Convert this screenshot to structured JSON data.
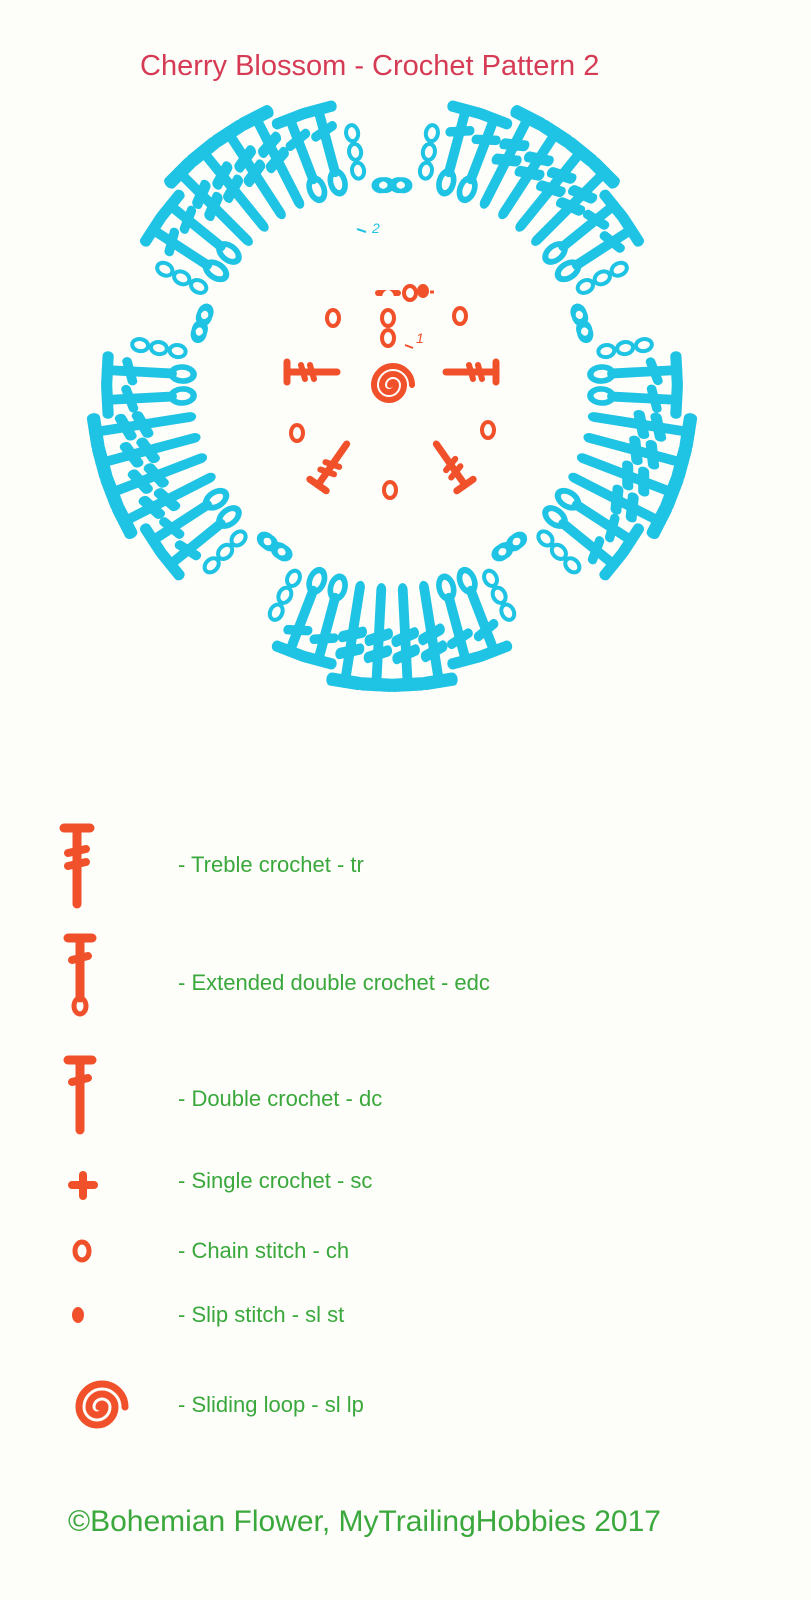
{
  "title": "Cherry Blossom - Crochet Pattern  2",
  "round_labels": {
    "round1": "1",
    "round2": "2"
  },
  "colors": {
    "round1": "#f0502a",
    "round2": "#1fc3e3",
    "title": "#d63b55",
    "legend_text": "#3aa83c",
    "symbol": "#f0502a"
  },
  "legend": [
    {
      "symbol": "treble-crochet-symbol",
      "label": "- Treble crochet - tr"
    },
    {
      "symbol": "extended-double-crochet-symbol",
      "label": "- Extended double crochet - edc"
    },
    {
      "symbol": "double-crochet-symbol",
      "label": "- Double crochet - dc"
    },
    {
      "symbol": "single-crochet-symbol",
      "label": "- Single crochet - sc"
    },
    {
      "symbol": "chain-stitch-symbol",
      "label": "- Chain stitch - ch"
    },
    {
      "symbol": "slip-stitch-symbol",
      "label": "- Slip stitch - sl st"
    },
    {
      "symbol": "sliding-loop-symbol",
      "label": "- Sliding loop - sl lp"
    }
  ],
  "copyright": "©Bohemian Flower, MyTrailingHobbies 2017"
}
